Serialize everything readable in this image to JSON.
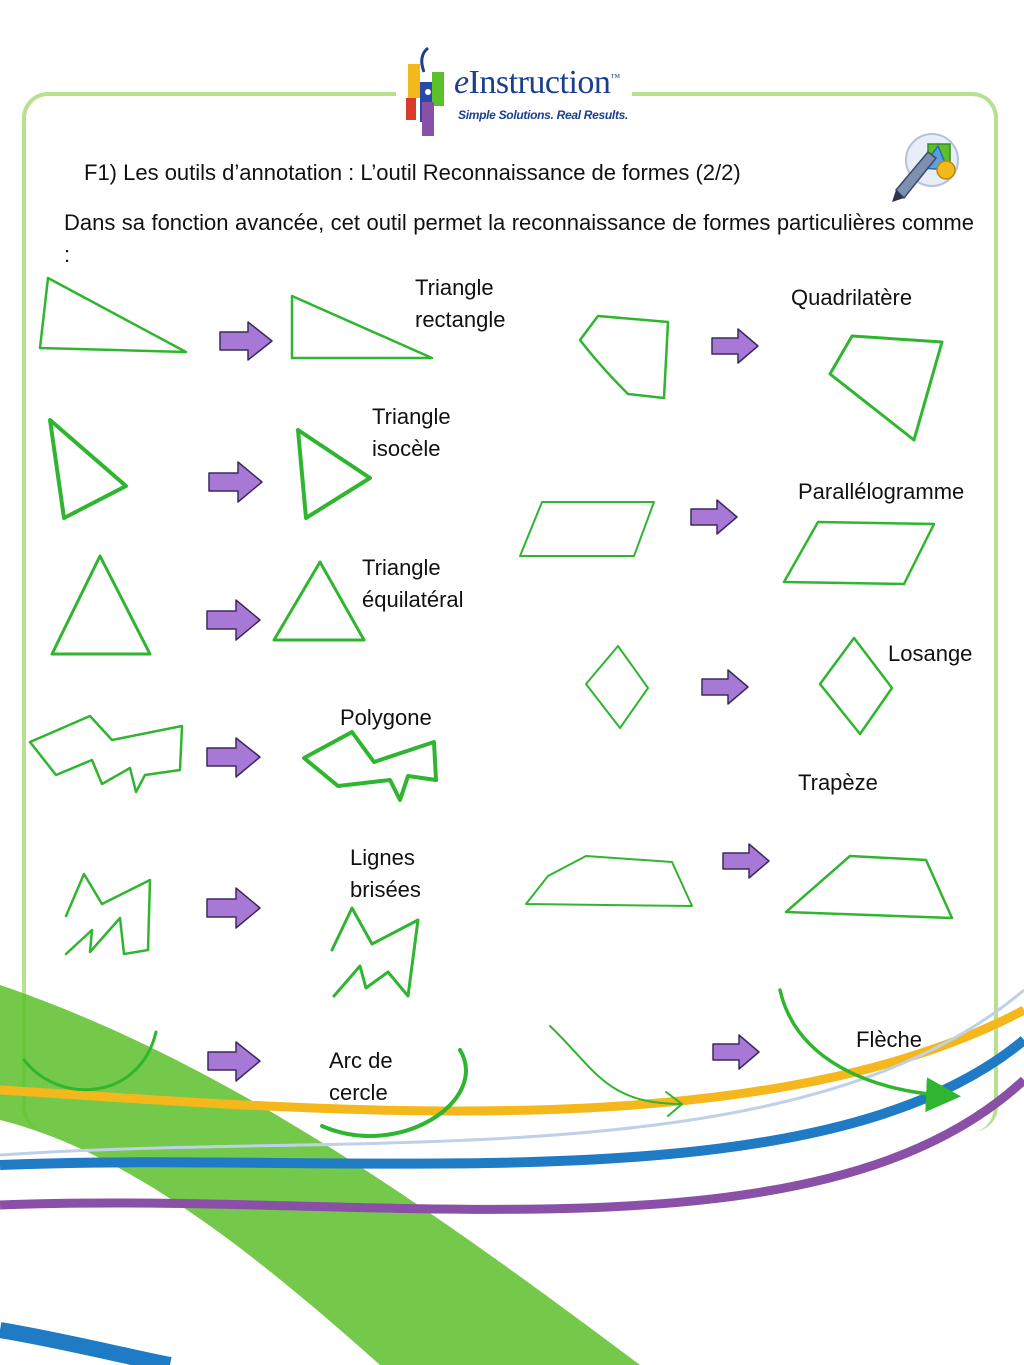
{
  "header": {
    "logo_wordmark_e": "e",
    "logo_wordmark_rest": "Instruction",
    "logo_trademark": "™",
    "logo_tagline": "Simple Solutions. Real Results."
  },
  "page_title": "F1) Les outils d’annotation : L’outil Reconnaissance de formes (2/2)",
  "intro": "Dans sa fonction avancée, cet outil permet la reconnaissance de formes particulières comme :",
  "labels": {
    "triangle_rectangle": {
      "line1": "Triangle",
      "line2": "rectangle"
    },
    "triangle_isocele": {
      "line1": "Triangle",
      "line2": "isocèle"
    },
    "triangle_equilateral": {
      "line1": "Triangle",
      "line2": "équilatéral"
    },
    "polygone": "Polygone",
    "lignes_brisees": {
      "line1": "Lignes",
      "line2": "brisées"
    },
    "arc_de_cercle": {
      "line1": "Arc de",
      "line2": "cercle"
    },
    "quadrilatere": "Quadrilatère",
    "parallelogramme": "Parallélogramme",
    "losange": "Losange",
    "trapeze": "Trapèze",
    "fleche": "Flèche"
  },
  "colors": {
    "shape_stroke": "#2fb52f",
    "arrow_fill": "#a878d6",
    "frame": "#b9e08f",
    "swoosh_green": "#5cc02a",
    "swoosh_yellow": "#f4b81c",
    "swoosh_blue": "#1e7bc4",
    "swoosh_purple": "#8a4fa6"
  }
}
